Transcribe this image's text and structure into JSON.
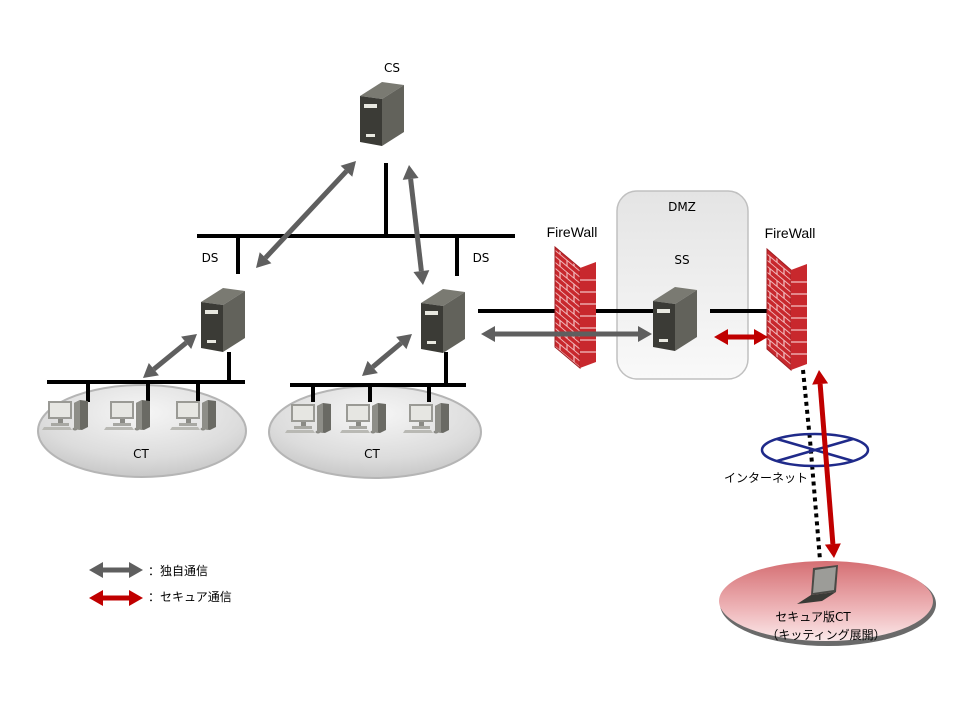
{
  "title": "Network architecture diagram",
  "nodes": {
    "cs": {
      "label": "CS"
    },
    "ds_left": {
      "label": "DS"
    },
    "ds_right": {
      "label": "DS"
    },
    "ct_left": {
      "label": "CT"
    },
    "ct_right": {
      "label": "CT"
    },
    "dmz": {
      "label": "DMZ"
    },
    "ss": {
      "label": "SS"
    },
    "firewall_inner": {
      "label": "FireWall"
    },
    "firewall_outer": {
      "label": "FireWall"
    },
    "internet": {
      "label": "インターネット"
    },
    "secure_ct": {
      "label_line1": "セキュア版CT",
      "label_line2": "（キッティング展開）"
    }
  },
  "legend": {
    "items": [
      {
        "label": "：独自通信",
        "color": "#5f5f5f",
        "meaning": "proprietary"
      },
      {
        "label": "：セキュア通信",
        "color": "#c00000",
        "meaning": "secure"
      }
    ]
  },
  "colors": {
    "proprietary_arrow": "#5f5f5f",
    "secure_arrow": "#c00000",
    "firewall": "#c8282d",
    "internet_ring": "#1f2a8a",
    "server_front": "#3b3b36",
    "server_side": "#66665f"
  }
}
